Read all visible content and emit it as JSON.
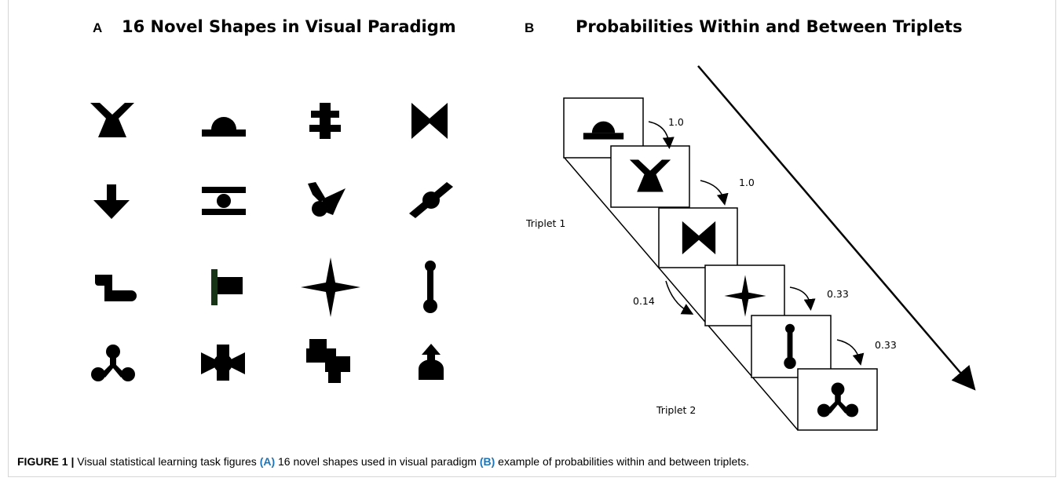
{
  "panel_a": {
    "letter": "A",
    "title": "16 Novel Shapes in Visual Paradigm",
    "shapes": [
      "hourglass-x-shape",
      "dome-shape",
      "double-cross-shape",
      "bowtie-shape",
      "down-arrow-shape",
      "bar-dot-bar-shape",
      "bent-cross-shape",
      "slashed-circle-shape",
      "hook-shape",
      "flag-shape",
      "four-point-star-shape",
      "dumbbell-shape",
      "trefoil-shape",
      "winged-circle-shape",
      "stacked-blocks-shape",
      "bell-arrow-shape"
    ]
  },
  "panel_b": {
    "letter": "B",
    "title": "Probabilities Within and Between Triplets",
    "cards": [
      {
        "shape": "dome-shape"
      },
      {
        "shape": "hourglass-x-shape"
      },
      {
        "shape": "bowtie-shape"
      },
      {
        "shape": "four-point-star-shape"
      },
      {
        "shape": "dumbbell-shape"
      },
      {
        "shape": "trefoil-shape"
      }
    ],
    "probabilities": [
      "1.0",
      "1.0",
      "0.14",
      "0.33",
      "0.33"
    ],
    "triplet_labels": [
      "Triplet 1",
      "Triplet 2"
    ]
  },
  "caption": {
    "figure": "FIGURE 1 |",
    "text1": " Visual statistical learning task figures ",
    "tag_a": "(A)",
    "text2": " 16 novel shapes used in visual paradigm ",
    "tag_b": "(B)",
    "text3": " example of probabilities within and between triplets."
  }
}
